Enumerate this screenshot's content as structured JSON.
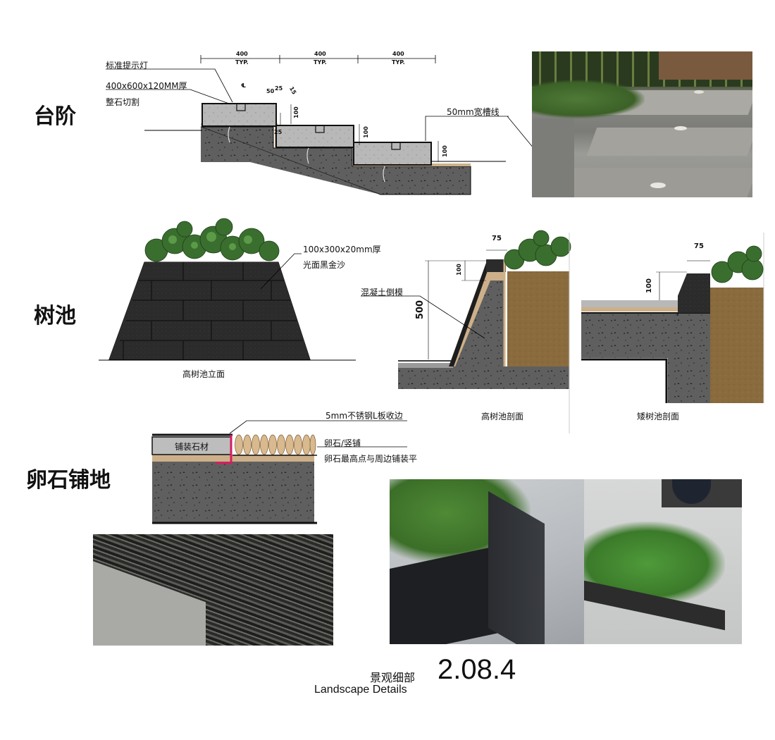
{
  "sections": {
    "steps": "台阶",
    "tree_pit": "树池",
    "pebble": "卵石铺地"
  },
  "steps": {
    "lamp_label": "标准提示灯",
    "stone_label_1": "400x600x120MM厚",
    "stone_label_2": "整石切割",
    "groove_label": "50mm宽槽线",
    "typ_400": "400",
    "typ": "TYP.",
    "dim_50": "50",
    "dim_25": "25",
    "dim_15": "15",
    "dim_100": "100",
    "cl": "℄"
  },
  "tree_pit": {
    "tile_label_1": "100x300x20mm厚",
    "tile_label_2": "光面黑金沙",
    "elevation_caption": "高树池立面",
    "concrete_label": "混凝土倒模",
    "dim_500": "500",
    "dim_100": "100",
    "dim_75": "75",
    "high_section_caption": "高树池剖面",
    "low_section_caption": "矮树池剖面"
  },
  "pebble": {
    "edge_label": "5mm不锈钢L板收边",
    "pave_label": "铺装石材",
    "pebble_label": "卵石/竖铺",
    "level_label": "卵石最高点与周边铺装平"
  },
  "footer": {
    "cn": "景观细部",
    "en": "Landscape Details",
    "number": "2.08.4"
  },
  "colors": {
    "concrete": "#5f5f5f",
    "stone": "#b8b8b8",
    "soil": "#8a6b3e",
    "granite": "#2a2a2a",
    "accent_red": "#d81b60",
    "pebble": "#d9b98e",
    "plant": "#2f6b2a"
  }
}
